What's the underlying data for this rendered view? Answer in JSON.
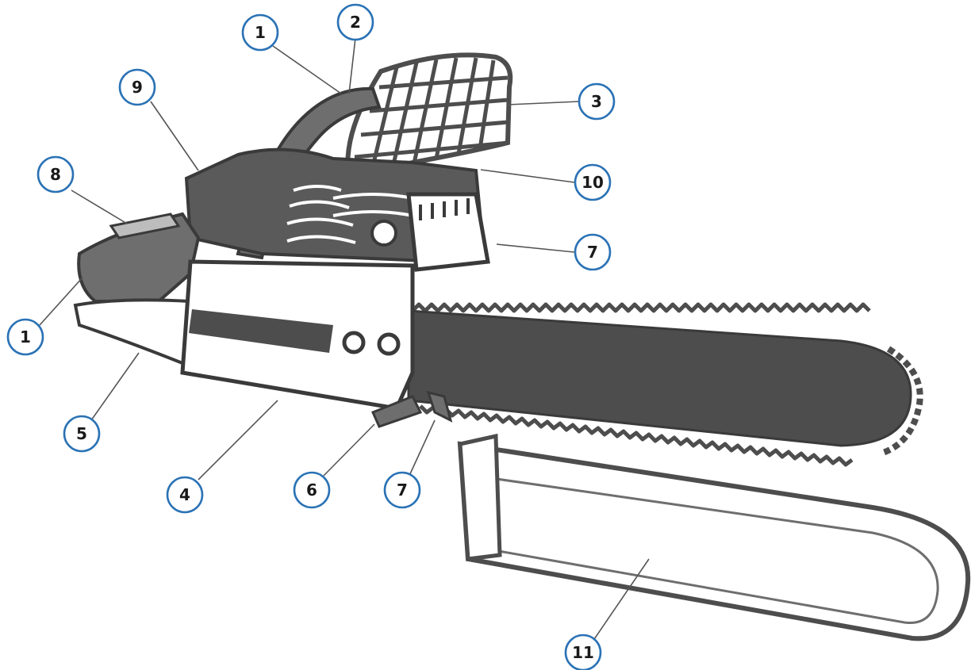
{
  "colors": {
    "callout_ring": "#2a72b5",
    "machine_dark": "#4d4d4d",
    "machine_mid": "#6e6e6e",
    "outline": "#3a3a3a",
    "background": "#ffffff"
  },
  "callouts": [
    {
      "id": "c1-top",
      "label": "1"
    },
    {
      "id": "c2",
      "label": "2"
    },
    {
      "id": "c3",
      "label": "3"
    },
    {
      "id": "c9",
      "label": "9"
    },
    {
      "id": "c8",
      "label": "8"
    },
    {
      "id": "c10",
      "label": "10"
    },
    {
      "id": "c7-right",
      "label": "7"
    },
    {
      "id": "c1-left",
      "label": "1"
    },
    {
      "id": "c5",
      "label": "5"
    },
    {
      "id": "c4",
      "label": "4"
    },
    {
      "id": "c6",
      "label": "6"
    },
    {
      "id": "c7-bottom",
      "label": "7"
    },
    {
      "id": "c11",
      "label": "11"
    }
  ]
}
